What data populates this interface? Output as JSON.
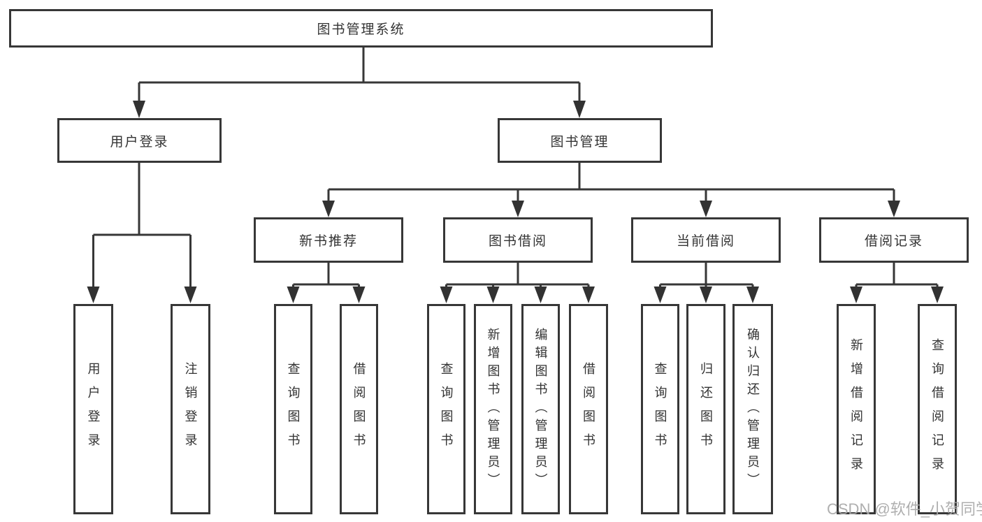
{
  "colors": {
    "line": "#373737",
    "box_border": "#373737",
    "text": "#333333",
    "watermark": "#a8a8a8",
    "background": "#ffffff"
  },
  "watermark": {
    "text": "CSDN @软件_小贺同学"
  },
  "tree": {
    "root": {
      "label": "图书管理系统"
    },
    "user_login": {
      "label": "用户登录",
      "children": [
        {
          "label": "用户登录"
        },
        {
          "label": "注销登录"
        }
      ]
    },
    "book_management": {
      "label": "图书管理",
      "sections": [
        {
          "label": "新书推荐",
          "children": [
            {
              "label": "查询图书"
            },
            {
              "label": "借阅图书"
            }
          ]
        },
        {
          "label": "图书借阅",
          "children": [
            {
              "label": "查询图书"
            },
            {
              "label": "新增图书（管理员）"
            },
            {
              "label": "编辑图书（管理员）"
            },
            {
              "label": "借阅图书"
            }
          ]
        },
        {
          "label": "当前借阅",
          "children": [
            {
              "label": "查询图书"
            },
            {
              "label": "归还图书"
            },
            {
              "label": "确认归还（管理员）"
            }
          ]
        },
        {
          "label": "借阅记录",
          "children": [
            {
              "label": "新增借阅记录"
            },
            {
              "label": "查询借阅记录"
            }
          ]
        }
      ]
    }
  }
}
